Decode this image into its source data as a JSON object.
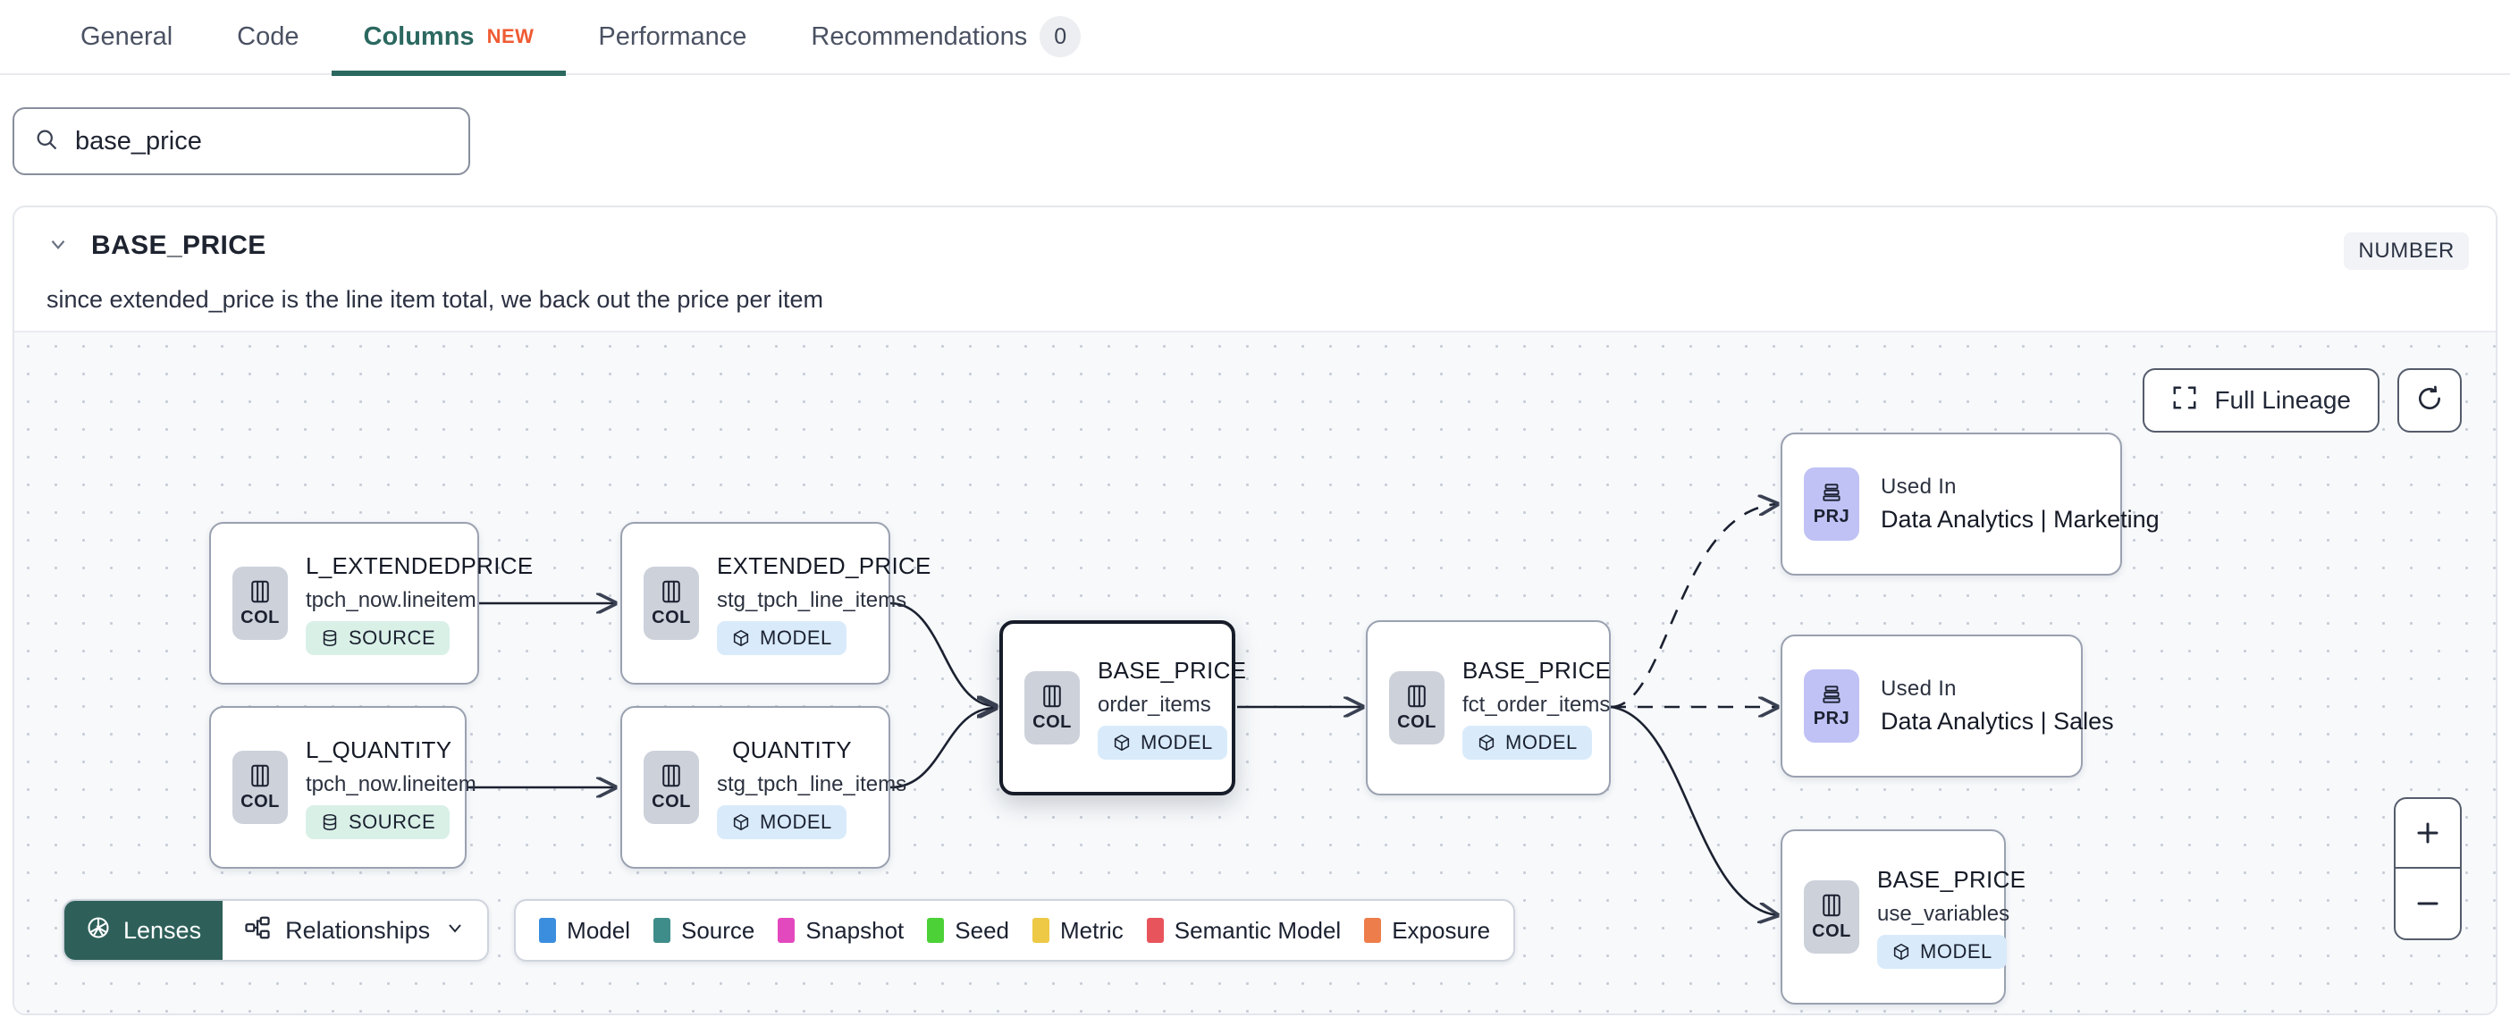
{
  "tabs": [
    {
      "label": "General",
      "active": false,
      "badge": null,
      "new": false
    },
    {
      "label": "Code",
      "active": false,
      "badge": null,
      "new": false
    },
    {
      "label": "Columns",
      "active": true,
      "badge": null,
      "new": true,
      "new_label": "NEW"
    },
    {
      "label": "Performance",
      "active": false,
      "badge": null,
      "new": false
    },
    {
      "label": "Recommendations",
      "active": false,
      "badge": "0",
      "new": false
    }
  ],
  "search": {
    "value": "base_price",
    "placeholder": "Search columns",
    "icon": "search-icon"
  },
  "column": {
    "name": "BASE_PRICE",
    "type_badge": "NUMBER",
    "description": "since extended_price is the line item total, we back out the price per item",
    "expanded": true
  },
  "canvas": {
    "full_lineage_label": "Full Lineage",
    "refresh_icon": "refresh-icon",
    "zoom_in_label": "+",
    "zoom_out_label": "–"
  },
  "nodes": [
    {
      "id": "l_extendedprice",
      "title": "L_EXTENDEDPRICE",
      "sub": "tpch_now.lineitem",
      "badge": "COL",
      "tag": "SOURCE",
      "tag_kind": "source",
      "selected": false,
      "kind": "col"
    },
    {
      "id": "l_quantity",
      "title": "L_QUANTITY",
      "sub": "tpch_now.lineitem",
      "badge": "COL",
      "tag": "SOURCE",
      "tag_kind": "source",
      "selected": false,
      "kind": "col"
    },
    {
      "id": "extended_price",
      "title": "EXTENDED_PRICE",
      "sub": "stg_tpch_line_items",
      "badge": "COL",
      "tag": "MODEL",
      "tag_kind": "model",
      "selected": false,
      "kind": "col"
    },
    {
      "id": "quantity",
      "title": "QUANTITY",
      "sub": "stg_tpch_line_items",
      "badge": "COL",
      "tag": "MODEL",
      "tag_kind": "model",
      "selected": false,
      "kind": "col"
    },
    {
      "id": "base_price_order_items",
      "title": "BASE_PRICE",
      "sub": "order_items",
      "badge": "COL",
      "tag": "MODEL",
      "tag_kind": "model",
      "selected": true,
      "kind": "col"
    },
    {
      "id": "base_price_fct",
      "title": "BASE_PRICE",
      "sub": "fct_order_items",
      "badge": "COL",
      "tag": "MODEL",
      "tag_kind": "model",
      "selected": false,
      "kind": "col"
    },
    {
      "id": "prj_marketing",
      "title": "Used In",
      "sub": "Data Analytics | Marketing",
      "badge": "PRJ",
      "tag": null,
      "tag_kind": null,
      "selected": false,
      "kind": "prj"
    },
    {
      "id": "prj_sales",
      "title": "Used In",
      "sub": "Data Analytics | Sales",
      "badge": "PRJ",
      "tag": null,
      "tag_kind": null,
      "selected": false,
      "kind": "prj"
    },
    {
      "id": "base_price_use_variables",
      "title": "BASE_PRICE",
      "sub": "use_variables",
      "badge": "COL",
      "tag": "MODEL",
      "tag_kind": "model",
      "selected": false,
      "kind": "col"
    }
  ],
  "toolbar": {
    "lenses_label": "Lenses",
    "lenses_icon": "aperture-icon",
    "relationships_label": "Relationships",
    "relationships_icon": "relationships-icon",
    "chevron_icon": "chevron-down-icon"
  },
  "legend": [
    {
      "label": "Model",
      "color": "#3b8ede"
    },
    {
      "label": "Source",
      "color": "#3f8d8a"
    },
    {
      "label": "Snapshot",
      "color": "#e349be"
    },
    {
      "label": "Seed",
      "color": "#4cd137"
    },
    {
      "label": "Metric",
      "color": "#edc945"
    },
    {
      "label": "Semantic Model",
      "color": "#e8545c"
    },
    {
      "label": "Exposure",
      "color": "#ed7d4a"
    }
  ],
  "colors": {
    "accent_teal": "#2b6860",
    "lenses_bg": "#2e6059",
    "new_badge": "#ef5b33",
    "canvas_bg": "#f7f9fb",
    "model_tag_bg": "#d9ebfb",
    "source_tag_bg": "#d9f0e7",
    "prj_badge_bg": "#c0c2f5"
  }
}
